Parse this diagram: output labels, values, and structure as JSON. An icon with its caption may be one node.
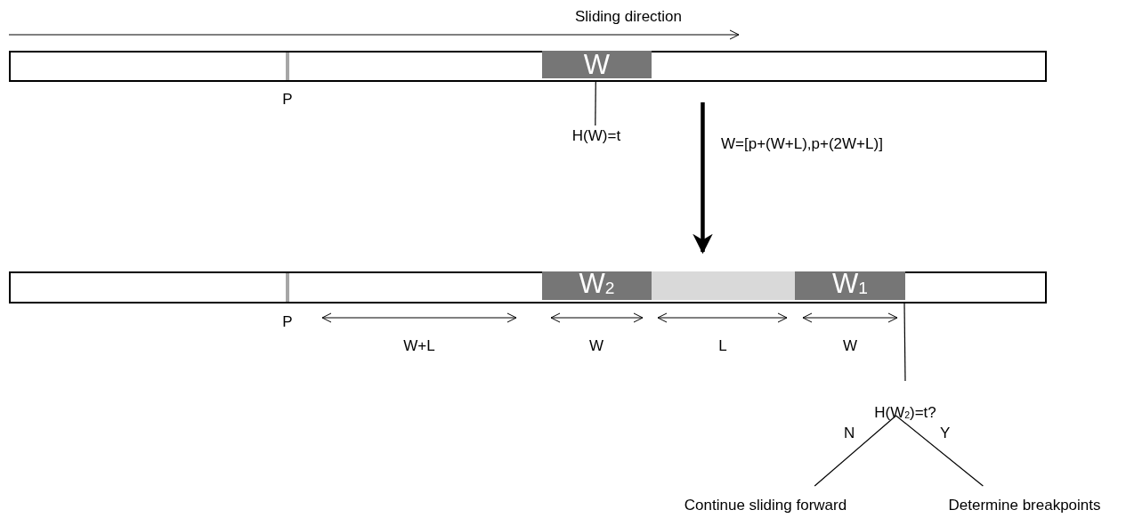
{
  "diagram": {
    "nodes": [
      {
        "text": [],
        "shape": "bar"
      },
      {
        "text": [
          "W"
        ],
        "in": 0
      },
      {
        "text": [
          "H(W)=t"
        ]
      },
      {
        "text": [],
        "shape": "bar"
      },
      {
        "text": [
          "W$_{2}$"
        ],
        "in": 3
      },
      {
        "text": [],
        "shape": "box",
        "in": 3
      },
      {
        "text": [
          "W$_{1}$"
        ],
        "in": 3
      },
      {
        "text": [
          "H(W$_{2}$)=t?"
        ]
      },
      {
        "text": [
          "Continue sliding forward"
        ]
      },
      {
        "text": [
          "Determine breakpoints"
        ]
      }
    ],
    "edges": [
      {
        "from": 1,
        "to": 2,
        "arrow": "none"
      },
      {
        "from": 0,
        "to": 3,
        "arrow": "to",
        "style": "thick",
        "label": "W=[p+(W+L),p+(2W+L)]"
      },
      {
        "from": 6,
        "to": 7,
        "arrow": "none"
      },
      {
        "from": 7,
        "to": 8,
        "arrow": "none",
        "label": "N"
      },
      {
        "from": 7,
        "to": 9,
        "arrow": "none",
        "label": "Y"
      }
    ],
    "labels": [
      "Sliding direction",
      "P",
      "P",
      "W+L",
      "W",
      "L",
      "W"
    ]
  }
}
